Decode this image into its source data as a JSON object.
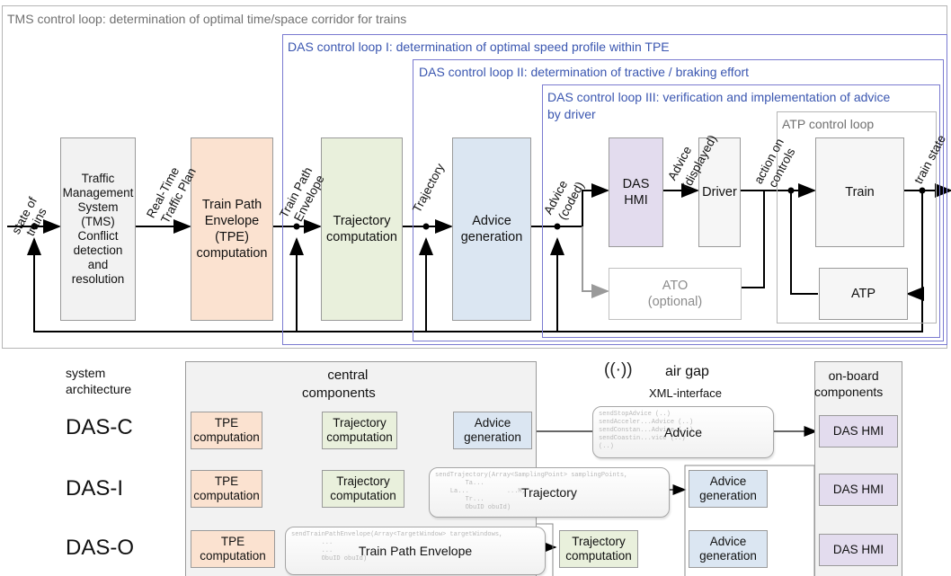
{
  "loops": {
    "tms": "TMS control loop: determination of optimal time/space corridor for trains",
    "das1": "DAS control loop I: determination of optimal speed profile within TPE",
    "das2": "DAS control loop II: determination of tractive / braking effort",
    "das3_line1": "DAS control loop III: verification and implementation of advice",
    "das3_line2": "by driver",
    "atp": "ATP control loop"
  },
  "blocks": {
    "tms": [
      "Traffic",
      "Management",
      "System",
      "(TMS)",
      "Conflict",
      "detection",
      "and",
      "resolution"
    ],
    "tpe": [
      "Train Path",
      "Envelope",
      "(TPE)",
      "computation"
    ],
    "trajectory": [
      "Trajectory",
      "computation"
    ],
    "advice": [
      "Advice",
      "generation"
    ],
    "das_hmi": [
      "DAS",
      "HMI"
    ],
    "driver": "Driver",
    "train": "Train",
    "atp": "ATP",
    "ato": [
      "ATO",
      "(optional)"
    ]
  },
  "signals": {
    "state_of_trains": [
      "state of",
      "trains"
    ],
    "real_time_plan": [
      "Real-Time",
      "Traffic Plan"
    ],
    "train_path_envelope": [
      "Train Path",
      "Envelope"
    ],
    "trajectory": "Trajectory",
    "advice_coded": [
      "Advice",
      "(coded)"
    ],
    "advice_displayed": [
      "Advice",
      "(displayed)"
    ],
    "action_on_controls": [
      "action on",
      "controls"
    ],
    "train_state": "train state"
  },
  "architecture": {
    "system_label": [
      "system",
      "architecture"
    ],
    "central_label": [
      "central",
      "components"
    ],
    "air_gap": "air gap",
    "xml_interface": "XML-interface",
    "onboard_label": [
      "on-board",
      "components"
    ],
    "rows": [
      {
        "name": "DAS-C",
        "cells": {
          "tpe": [
            "TPE",
            "computation"
          ],
          "traj": [
            "Trajectory",
            "computation"
          ],
          "advice": [
            "Advice",
            "generation"
          ],
          "hmi": "DAS HMI"
        }
      },
      {
        "name": "DAS-I",
        "cells": {
          "tpe": [
            "TPE",
            "computation"
          ],
          "traj": [
            "Trajectory",
            "computation"
          ],
          "advice": [
            "Advice",
            "generation"
          ],
          "hmi": "DAS HMI"
        }
      },
      {
        "name": "DAS-O",
        "cells": {
          "tpe": [
            "TPE",
            "computation"
          ],
          "traj": [
            "Trajectory",
            "computation"
          ],
          "advice": [
            "Advice",
            "generation"
          ],
          "hmi": "DAS HMI"
        }
      }
    ],
    "interfaces": {
      "advice": {
        "title": "Advice",
        "code": "sendStopAdvice (..)\nsendAcceler...Advice (..)\nsendConstan...Advice (..)\nsendCoastin...vice (..)\n(..)"
      },
      "trajectory": {
        "title": "Trajectory",
        "code": "sendTrajectory(Array<SamplingPoint> samplingPoints,\n        Ta...\n    La...          ...M,\n        Tr...\n        ObuID obuId)"
      },
      "tpe": {
        "title": "Train Path Envelope",
        "code": "sendTrainPathEnvelope(Array<TargetWindow> targetWindows,\n        ...\n        ...\n        ObuID obuId)"
      }
    }
  },
  "colors": {
    "tms": "#f2f2f2",
    "tpe": "#fbe2d0",
    "trajectory": "#e9f0dc",
    "advice": "#dbe6f2",
    "das_hmi": "#e3dcee",
    "white": "#ffffff",
    "central_area": "#f2f2f2"
  }
}
